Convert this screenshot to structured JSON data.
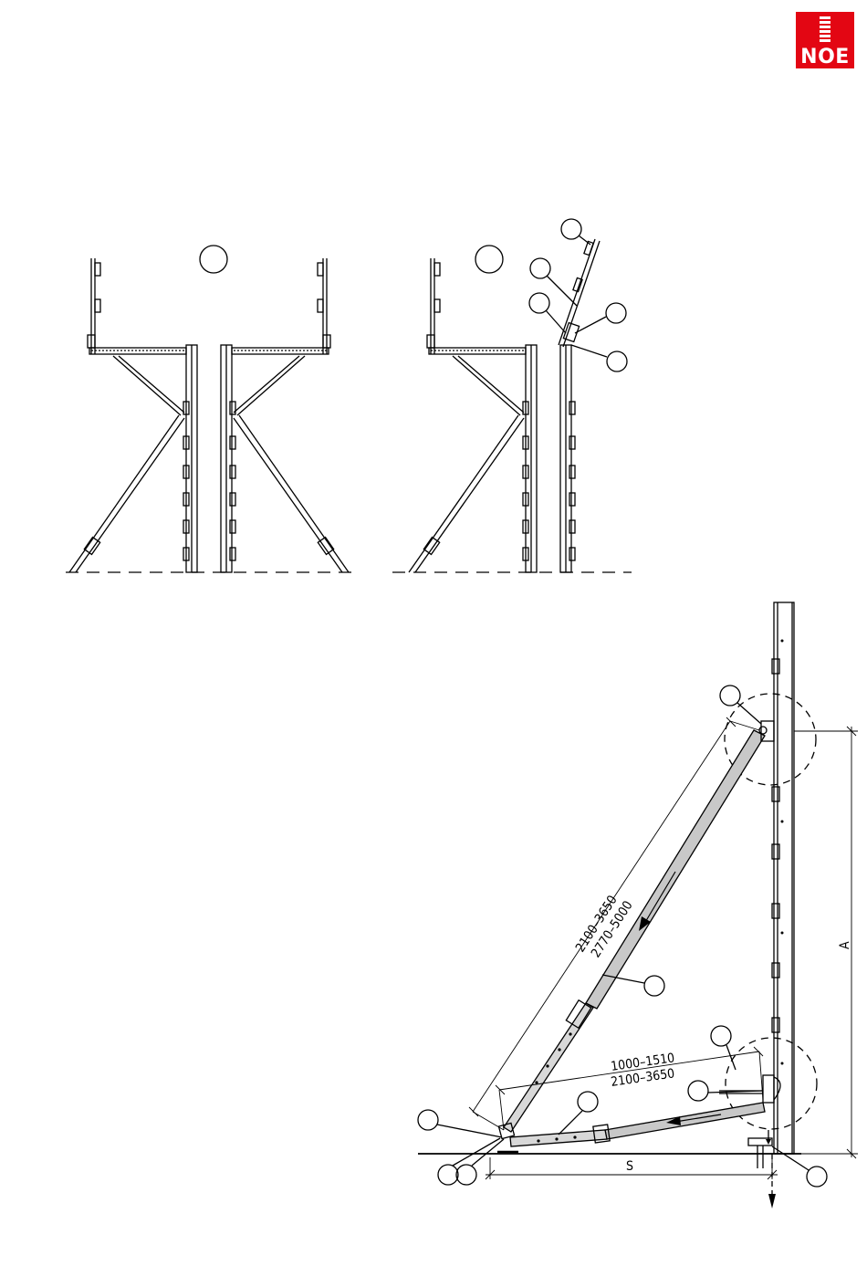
{
  "brand": {
    "logo_text": "NOE",
    "color": "#e30613"
  },
  "dimensions": {
    "brace_long_line1": "2100–3650",
    "brace_long_line2": "2770–5000",
    "brace_short_line1": "1000–1510",
    "brace_short_line2": "2100–3650",
    "height_label": "A",
    "spacing_label": "S"
  }
}
